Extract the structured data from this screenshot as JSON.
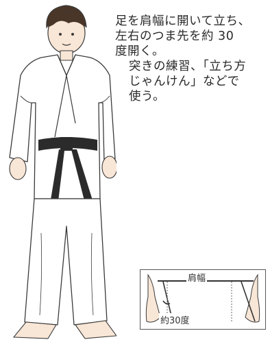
{
  "caption": {
    "line1": "足を肩幅に開いて立ち、",
    "line2": "左右のつま先を約 30",
    "line3": "度開く。",
    "line4": "突きの練習、「立ち方",
    "line5": "じゃんけん」などで",
    "line6": "使う。"
  },
  "inset": {
    "shoulder_width_label": "肩幅",
    "angle_label": "約30度"
  },
  "colors": {
    "gi": "#ffffff",
    "outline": "#3a3a3a",
    "belt": "#2b2b2b",
    "skin": "#f8e6d6",
    "hair": "#4a3628",
    "angle_accent": "#3a3a3a"
  }
}
